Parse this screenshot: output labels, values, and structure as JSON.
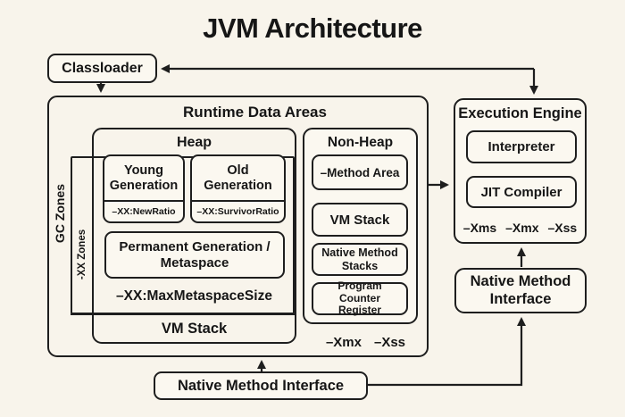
{
  "title": "JVM Architecture",
  "colors": {
    "background": "#f8f4eb",
    "box_fill": "#fbf8f0",
    "line": "#1e1e1e",
    "text": "#161616"
  },
  "classloader": {
    "label": "Classloader"
  },
  "runtime_data_areas": {
    "label": "Runtime Data Areas",
    "gc_zones_label": "GC Zones",
    "xx_zones_label": "-XX Zones",
    "heap": {
      "label": "Heap",
      "young_generation": {
        "label": "Young Generation",
        "flag": "–XX:NewRatio"
      },
      "old_generation": {
        "label": "Old Generation",
        "flag": "–XX:SurvivorRatio"
      },
      "permanent_generation_label": "Permanent Generation / Metaspace",
      "max_metaspace_flag": "–XX:MaxMetaspaceSize",
      "vm_stack_label": "VM Stack"
    },
    "non_heap": {
      "label": "Non-Heap",
      "items": [
        "–Method Area",
        "VM Stack",
        "Native Method Stacks",
        "Program Counter Register"
      ],
      "flags": [
        "–Xmx",
        "–Xss"
      ]
    }
  },
  "execution_engine": {
    "label": "Execution Engine",
    "interpreter_label": "Interpreter",
    "jit_compiler_label": "JIT Compiler",
    "flags": [
      "–Xms",
      "–Xmx",
      "–Xss"
    ]
  },
  "native_method_interface_right": {
    "label": "Native Method Interface"
  },
  "native_method_interface_bottom": {
    "label": "Native Method Interface"
  }
}
